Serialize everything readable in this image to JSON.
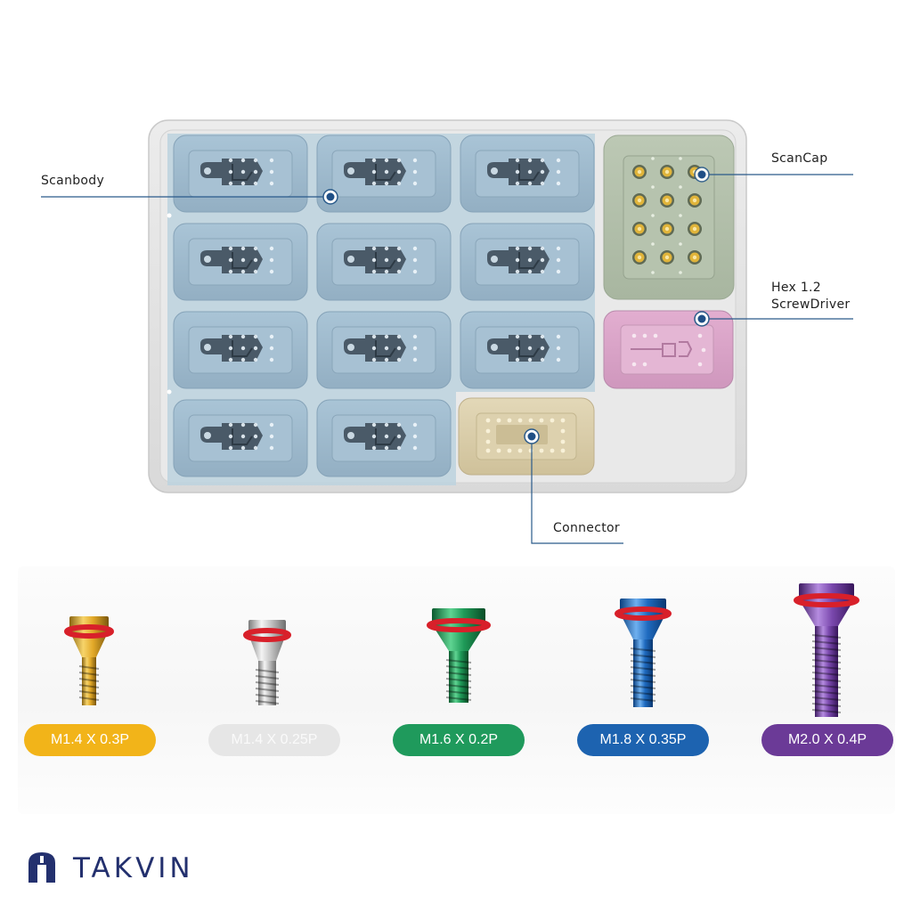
{
  "callouts": {
    "scanbody": "Scanbody",
    "scancap": "ScanCap",
    "screwdriver_line1": "Hex 1.2",
    "screwdriver_line2": "ScrewDriver",
    "connector": "Connector"
  },
  "screws": [
    {
      "label": "M1.4 X 0.3P",
      "color": "#f2b419"
    },
    {
      "label": "M1.4 X 0.25P",
      "color": "#e6e6e6"
    },
    {
      "label": "M1.6 X 0.2P",
      "color": "#1f9a5c"
    },
    {
      "label": "M1.8 X 0.35P",
      "color": "#1d63b0"
    },
    {
      "label": "M2.0 X 0.4P",
      "color": "#6b3a97"
    }
  ],
  "brand": {
    "name": "TAKVIN",
    "color": "#23306e"
  },
  "colors": {
    "tray": "#e3e3e3",
    "scanbody_zone": "#b8cfdc",
    "scancap_zone": "#c5d0bf",
    "screwdriver_zone": "#e6b8d6",
    "connector_zone": "#e5dcc2",
    "callout_line": "#2a5a8a"
  }
}
